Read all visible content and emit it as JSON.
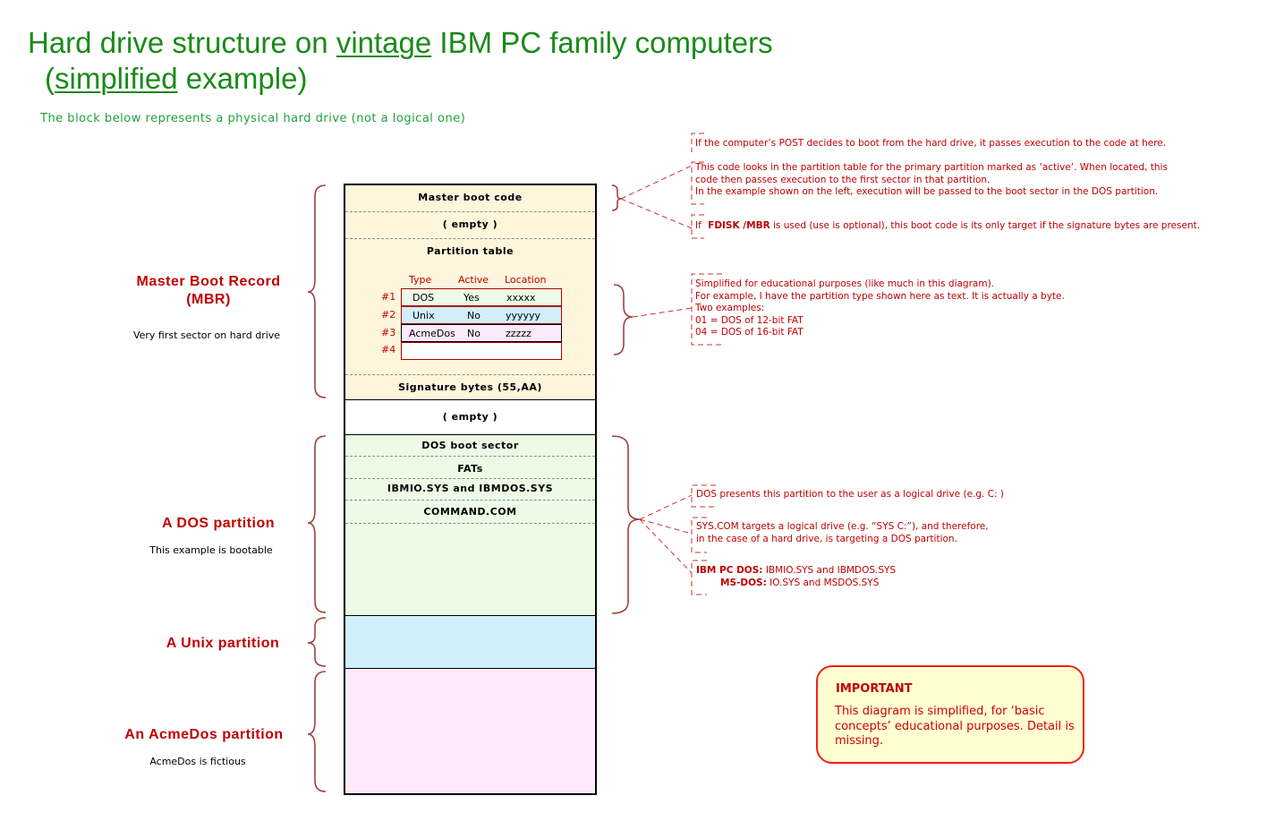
{
  "header": {
    "title_line1_pre": "Hard drive structure on ",
    "title_line1_u": "vintage",
    "title_line1_post": " IBM PC family computers",
    "title_line2_pre": "(",
    "title_line2_u": "simplified",
    "title_line2_post": " example)",
    "subtitle": "The block below represents a physical hard drive  (not a logical one)"
  },
  "sections": {
    "mbr": {
      "title_line1": "Master Boot Record",
      "title_line2": "(MBR)",
      "note": "Very first sector on hard drive"
    },
    "dos": {
      "title": "A DOS partition",
      "note": "This example is bootable"
    },
    "unix": {
      "title": "A Unix partition"
    },
    "acme": {
      "title": "An AcmeDos partition",
      "note": "AcmeDos is fictious"
    }
  },
  "drive": {
    "master_boot_code": "Master boot code",
    "empty1": "( empty )",
    "partition_table": "Partition table",
    "signature_bytes": "Signature bytes  (55,AA)",
    "empty2": "( empty )",
    "dos_boot_sector": "DOS boot sector",
    "fats": "FATs",
    "system_files": "IBMIO.SYS and IBMDOS.SYS",
    "command_com": "COMMAND.COM"
  },
  "partition_table": {
    "headers": {
      "type": "Type",
      "active": "Active",
      "location": "Location"
    },
    "rows": [
      {
        "num": "#1",
        "type": "DOS",
        "active": "Yes",
        "location": "xxxxx",
        "color": "#edfbe6"
      },
      {
        "num": "#2",
        "type": "Unix",
        "active": "No",
        "location": "yyyyyy",
        "color": "#cff0fb"
      },
      {
        "num": "#3",
        "type": "AcmeDos",
        "active": "No",
        "location": "zzzzz",
        "color": "#fde9fc"
      },
      {
        "num": "#4",
        "type": "",
        "active": "",
        "location": "",
        "color": "#ffffff"
      }
    ]
  },
  "notes": {
    "boot1": "If the computer’s POST decides to boot from the hard drive, it passes execution to the code at here.",
    "boot2a": "This code looks in the partition table for the primary partition marked as ‘active’.  When located, this",
    "boot2b": "code then passes execution to the first sector in that partition.",
    "boot2c": "In the example shown on the left, execution will be passed to the boot sector in the DOS partition.",
    "fdisk_pre": "If ",
    "fdisk_cmd": "FDISK /MBR",
    "fdisk_post": "  is used (use is optional), this boot code is its only target if the signature bytes are present.",
    "pt1": "Simplified for educational purposes (like much in this diagram).",
    "pt2": "For example, I have the partition type shown here as text.  It is actually a byte.",
    "pt3": "Two examples:",
    "pt4": "01 = DOS of 12-bit FAT",
    "pt5": "04 = DOS of 16-bit FAT",
    "dos1": "DOS presents this partition to the user as a logical drive  (e.g. C: )",
    "sys1": "SYS.COM targets a logical drive (e.g. “SYS C:”), and therefore,",
    "sys2": "in the case of a hard drive, is targeting a DOS partition.",
    "ibm_label": "IBM PC DOS:",
    "ibm_files": "  IBMIO.SYS and IBMDOS.SYS",
    "ms_label": "MS-DOS:",
    "ms_files": "  IO.SYS and MSDOS.SYS"
  },
  "important": {
    "title": "IMPORTANT",
    "text": "This diagram is simplified, for ‘basic concepts’ educational purposes. Detail is missing."
  },
  "colors": {
    "title_green": "#1a8a1a",
    "label_red": "#c00000",
    "bracket": "#a04040",
    "mbr_fill": "#fdf5dc",
    "dos_fill": "#edfbe6",
    "unix_fill": "#cff0fb",
    "acme_fill": "#fde9fc",
    "important_fill": "#ffffd2",
    "important_border": "#ee2020"
  }
}
